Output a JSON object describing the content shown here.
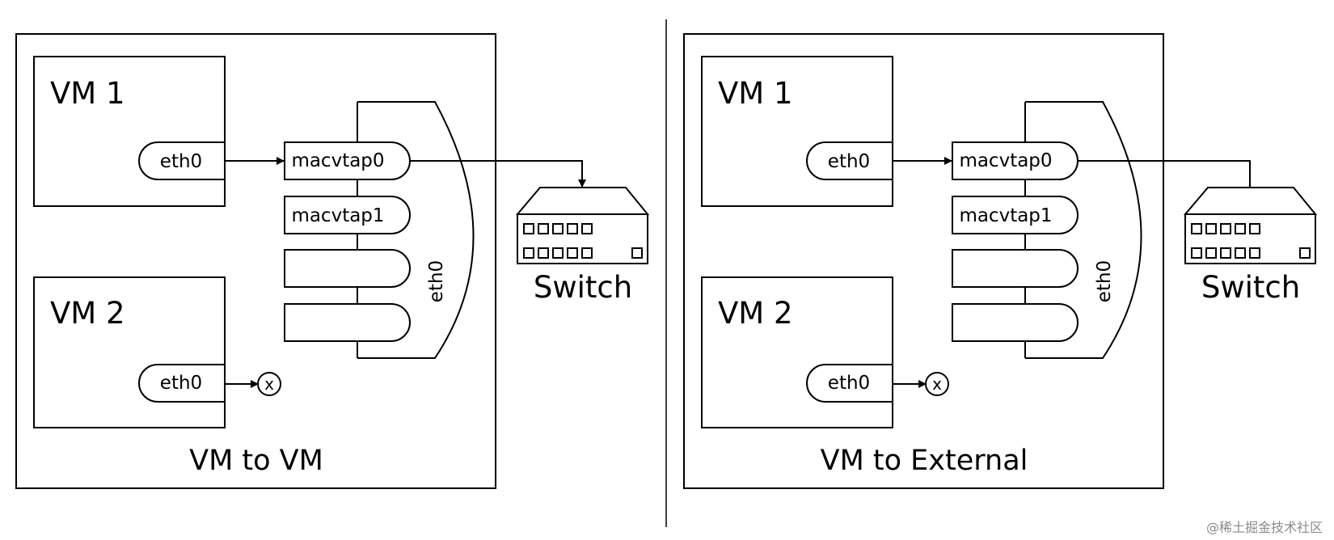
{
  "panels": [
    {
      "caption": "VM to VM",
      "vm1": {
        "title": "VM 1",
        "iface": "eth0"
      },
      "vm2": {
        "title": "VM 2",
        "iface": "eth0"
      },
      "taps": [
        "macvtap0",
        "macvtap1"
      ],
      "host_iface": "eth0",
      "switch_label": "Switch",
      "blocked_marker": "x"
    },
    {
      "caption": "VM to External",
      "vm1": {
        "title": "VM 1",
        "iface": "eth0"
      },
      "vm2": {
        "title": "VM 2",
        "iface": "eth0"
      },
      "taps": [
        "macvtap0",
        "macvtap1"
      ],
      "host_iface": "eth0",
      "switch_label": "Switch",
      "blocked_marker": "x"
    }
  ],
  "watermark": "@稀土掘金技术社区"
}
